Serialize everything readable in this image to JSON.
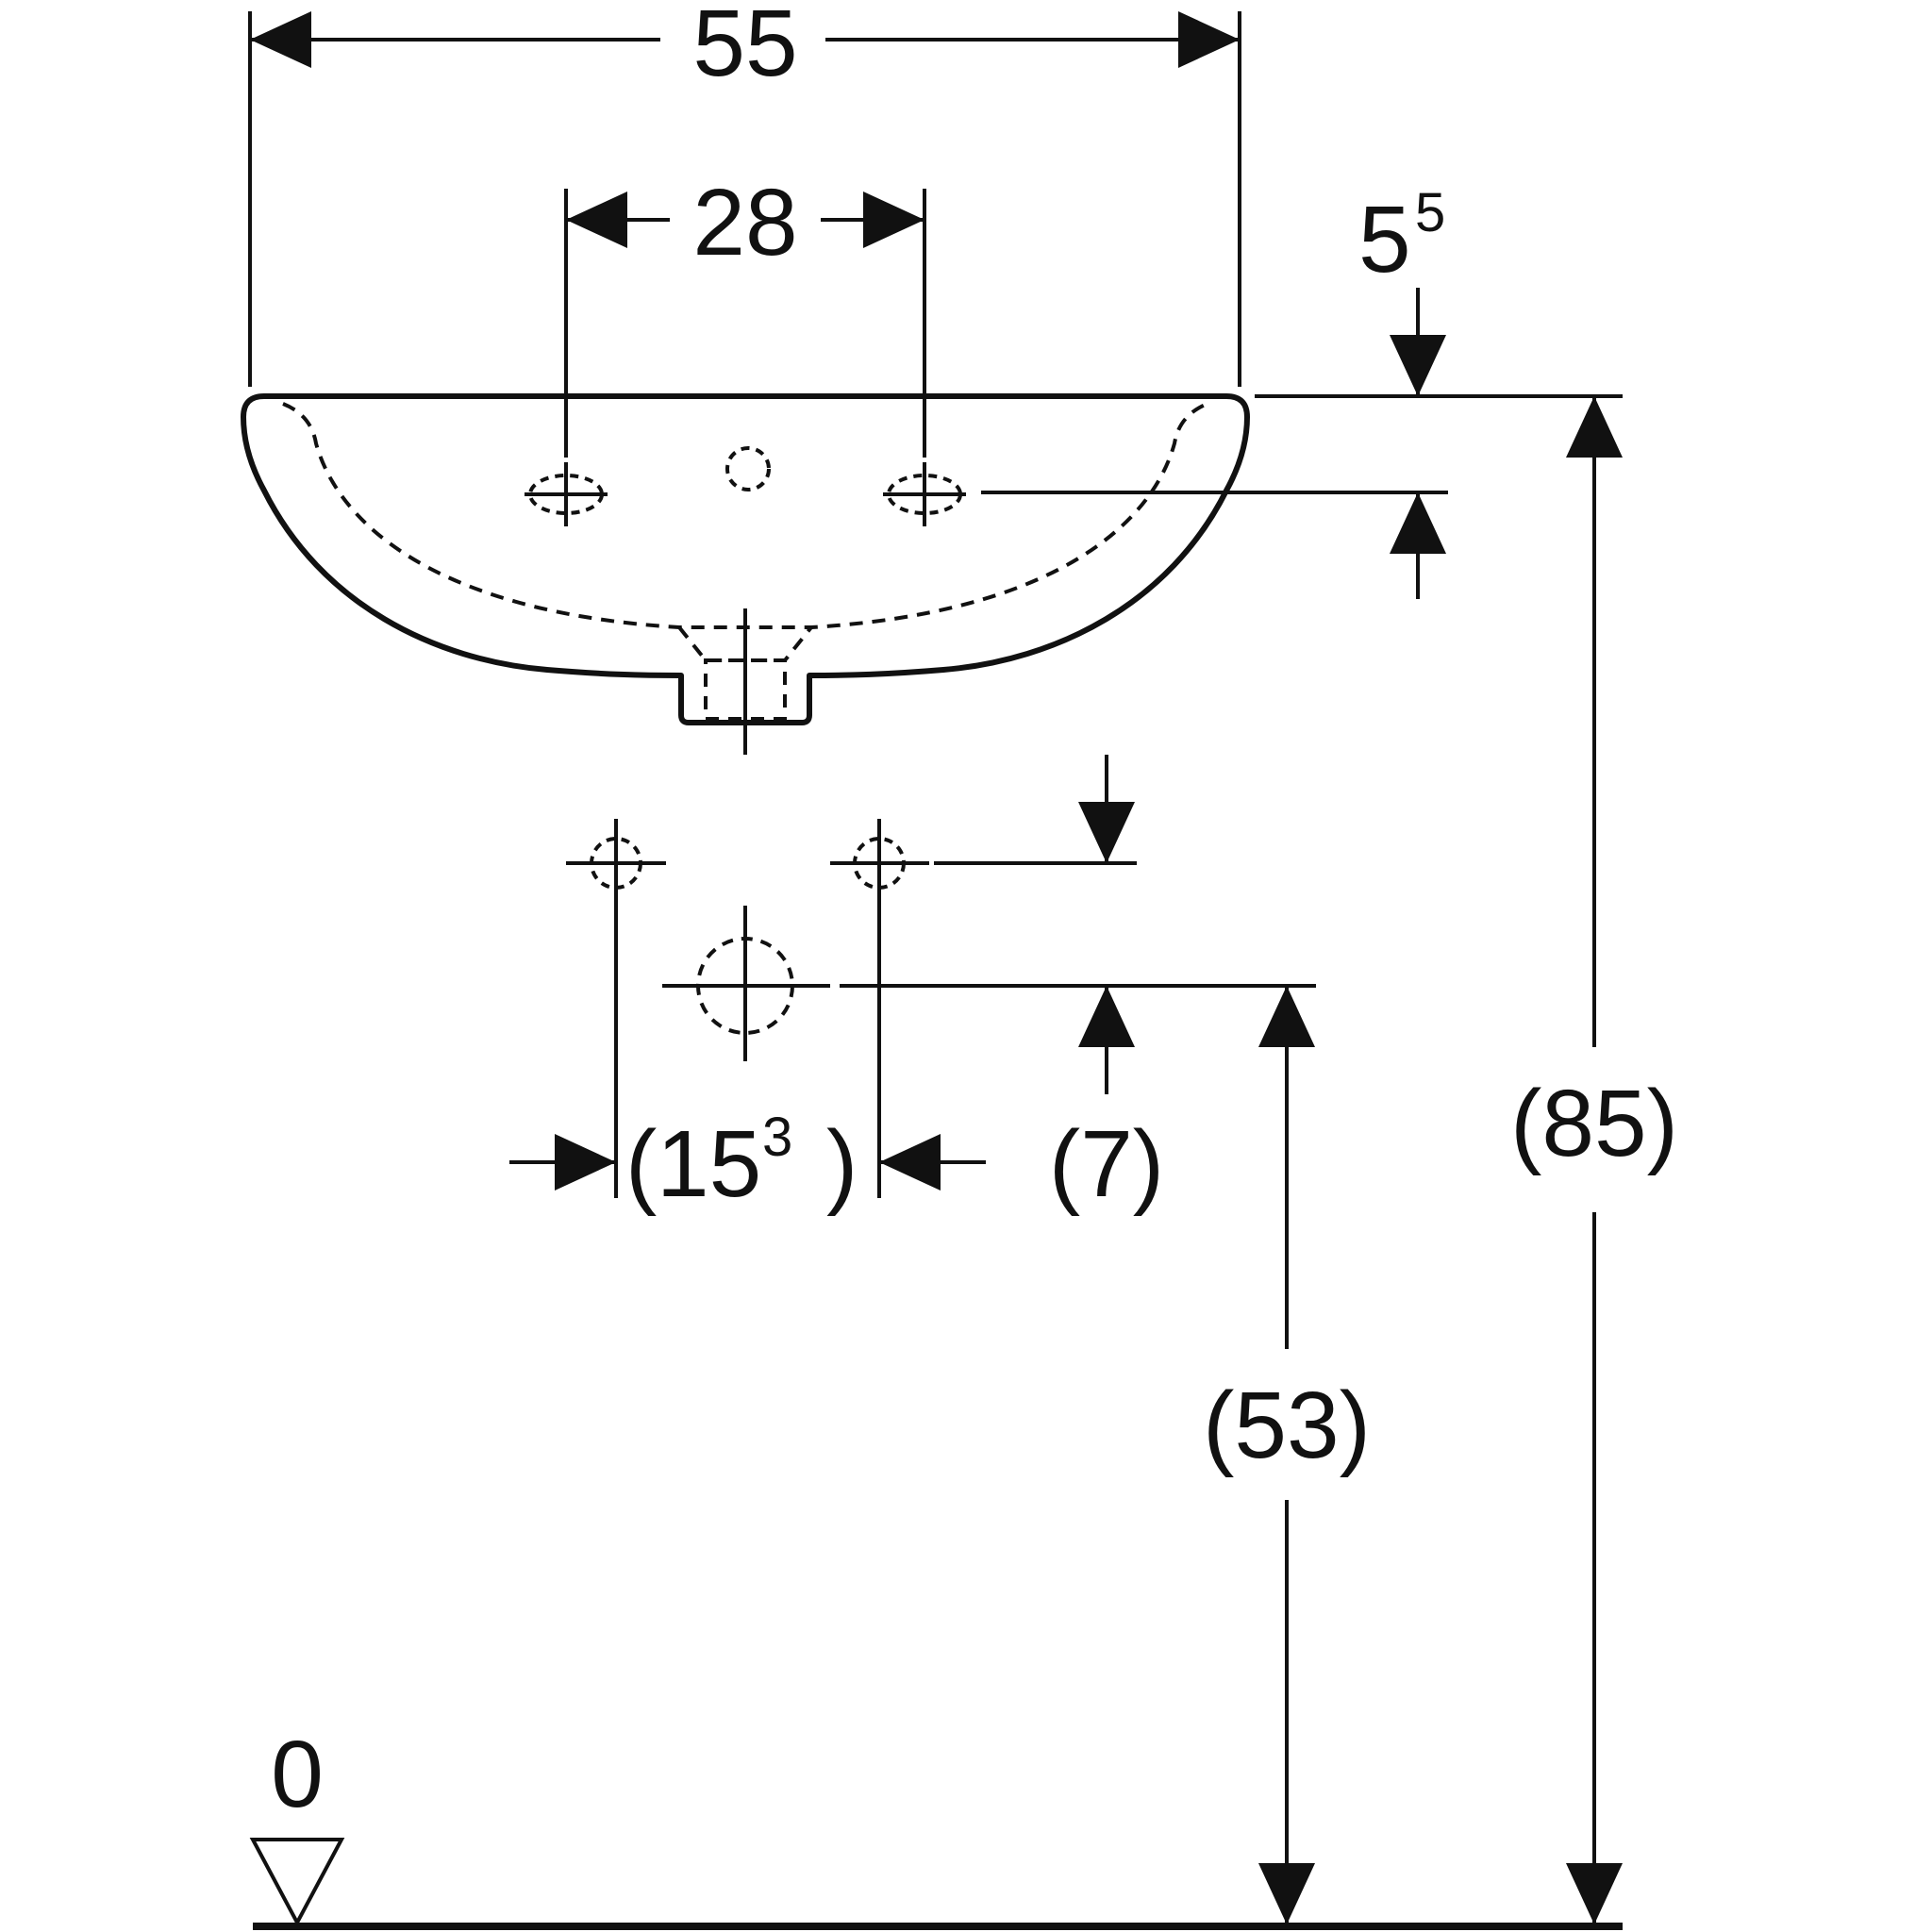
{
  "colors": {
    "ink": "#111111",
    "background": "#ffffff"
  },
  "dimensions": {
    "overall_width": {
      "value": "55"
    },
    "tap_hole_spacing": {
      "value": "28"
    },
    "rim_to_tap_holes": {
      "base": "5",
      "sup": "5"
    },
    "supply_spacing": {
      "open": "(",
      "base": "15",
      "sup": "3",
      "close": ")"
    },
    "supply_above_waste": {
      "value": "(7)"
    },
    "waste_height": {
      "value": "(53)"
    },
    "rim_height": {
      "value": "(85)"
    },
    "floor_level": {
      "value": "0"
    }
  }
}
